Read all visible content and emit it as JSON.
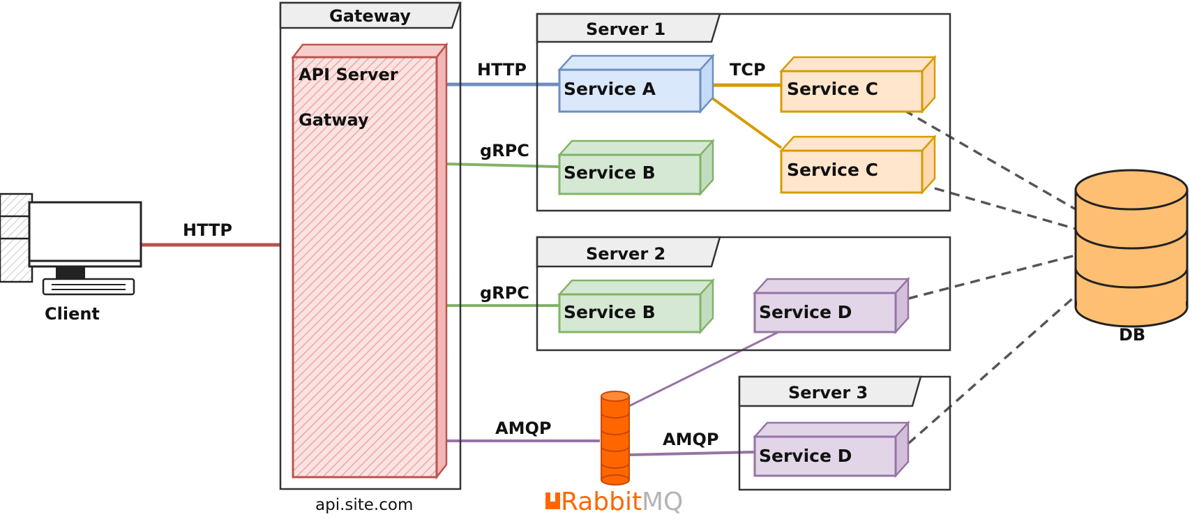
{
  "colors": {
    "gateway_red": "#b85450",
    "gateway_fill": "#f8cecc",
    "service_a_blue": "#6c8ebf",
    "service_a_fill": "#dae8fc",
    "service_b_green": "#82b366",
    "service_b_fill": "#d5e8d4",
    "service_c_orange": "#d79b00",
    "service_c_fill": "#ffe6cc",
    "service_d_purple": "#9673a6",
    "service_d_fill": "#e1d5e7",
    "db_orange": "#ffbf72",
    "rabbitmq_orange": "#ff6600",
    "rabbitmq_grey": "#b4b4b4",
    "dashed_grey": "#555555"
  },
  "client": {
    "label": "Client",
    "icon": "desktop-computer-icon"
  },
  "gateway": {
    "title": "Gateway",
    "api_server_line1": "API Server",
    "api_server_line2": "Gatway",
    "domain": "api.site.com"
  },
  "servers": [
    {
      "title": "Server 1"
    },
    {
      "title": "Server 2"
    },
    {
      "title": "Server 3"
    }
  ],
  "services": {
    "server1_a": "Service A",
    "server1_b": "Service B",
    "server1_c1": "Service C",
    "server1_c2": "Service C",
    "server2_b": "Service B",
    "server2_d": "Service D",
    "server3_d": "Service D"
  },
  "protocols": {
    "client_to_gateway": "HTTP",
    "gateway_to_service_a": "HTTP",
    "gateway_to_server1_b": "gRPC",
    "gateway_to_server2_b": "gRPC",
    "service_a_to_c": "TCP",
    "gateway_to_rabbitmq": "AMQP",
    "rabbitmq_to_server3_d": "AMQP"
  },
  "rabbitmq": {
    "word_part1": "Rabbit",
    "word_part2": "MQ",
    "icon": "rabbitmq-logo"
  },
  "db": {
    "label": "DB",
    "icon": "database-icon"
  }
}
